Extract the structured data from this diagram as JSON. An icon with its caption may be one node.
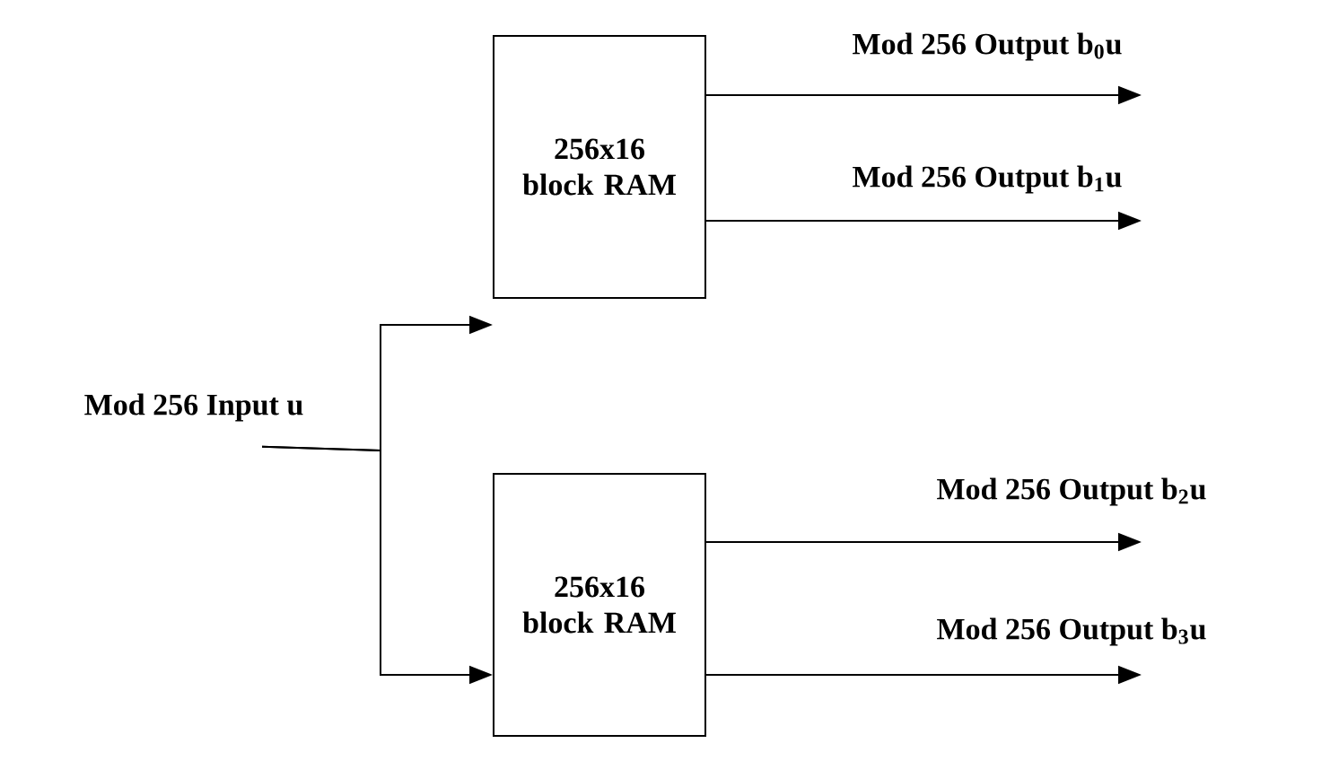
{
  "diagram": {
    "nodes": [
      {
        "text": [
          "Mod 256 Input u"
        ]
      },
      {
        "text": [
          "256x16 block RAM"
        ]
      },
      {
        "text": [
          "256x16 block RAM"
        ]
      }
    ],
    "edges": [
      {
        "from": 0,
        "to": 1,
        "arrow": "to"
      },
      {
        "from": 0,
        "to": 2,
        "arrow": "to"
      },
      {
        "from": 1,
        "to": null,
        "arrow": "to",
        "label": "Mod 256 Output b$_{0}$u"
      },
      {
        "from": 1,
        "to": null,
        "arrow": "to",
        "label": "Mod 256 Output b$_{1}$u"
      },
      {
        "from": 2,
        "to": null,
        "arrow": "to",
        "label": "Mod 256 Output b$_{2}$u"
      },
      {
        "from": 2,
        "to": null,
        "arrow": "to",
        "label": "Mod 256 Output b$_{3}$u"
      }
    ]
  }
}
